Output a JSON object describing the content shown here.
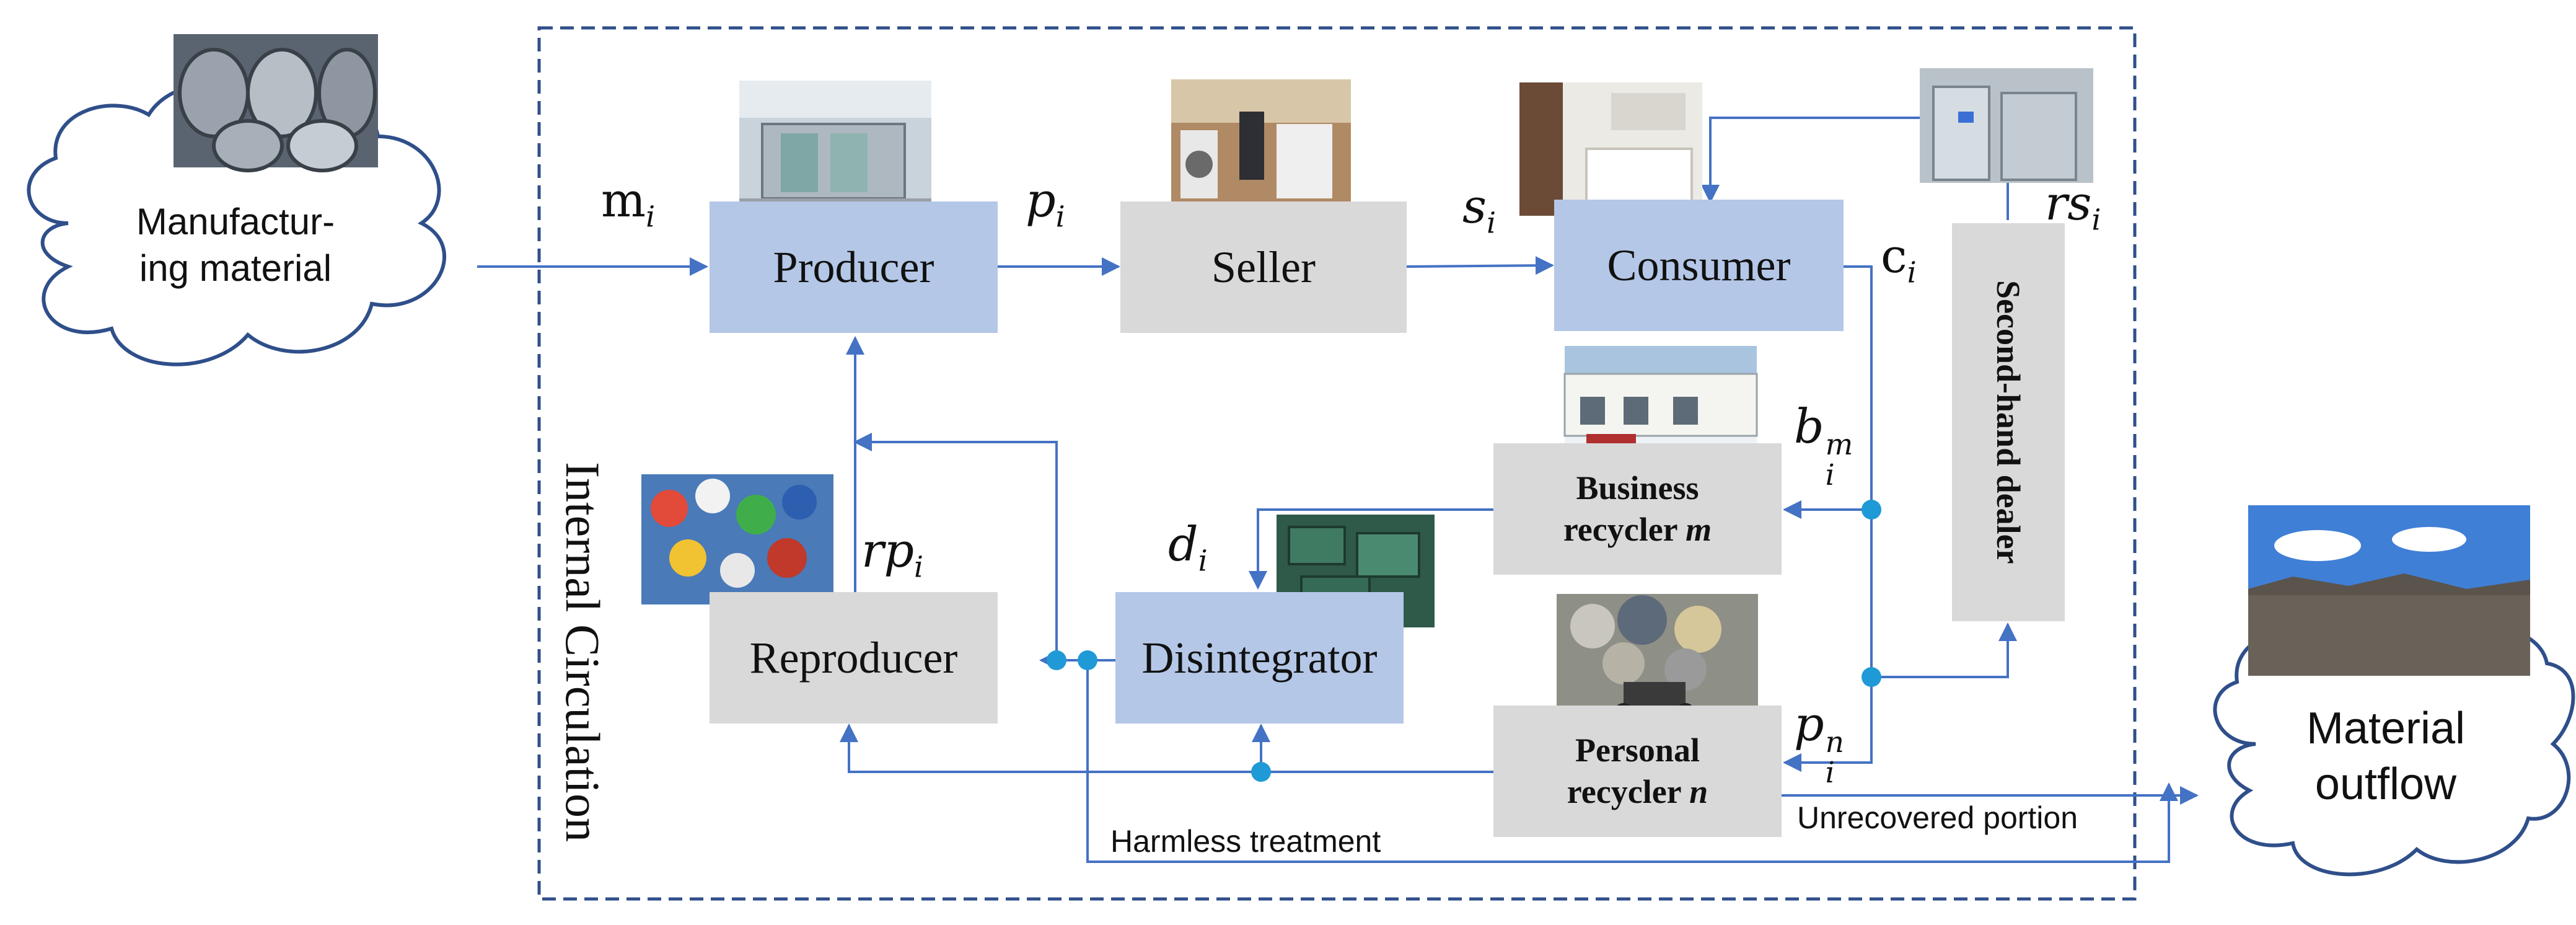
{
  "region_label": "Internal Circulation",
  "clouds": {
    "input": {
      "line1": "Manufactur-",
      "line2": "ing material"
    },
    "output": {
      "line1": "Material",
      "line2": "outflow"
    }
  },
  "nodes": {
    "producer": "Producer",
    "seller": "Seller",
    "consumer": "Consumer",
    "second_hand_dealer": "Second-hand dealer",
    "business_recycler": {
      "line1": "Business",
      "line2_text": "recycler ",
      "line2_var": "m"
    },
    "personal_recycler": {
      "line1": "Personal",
      "line2_text": "recycler ",
      "line2_var": "n"
    },
    "disintegrator": "Disintegrator",
    "reproducer": "Reproducer"
  },
  "flow_labels": {
    "m_i": {
      "base": "m",
      "sub": "i"
    },
    "p_i": {
      "base": "p",
      "sub": "i"
    },
    "s_i": {
      "base": "s",
      "sub": "i"
    },
    "c_i": {
      "base": "c",
      "sub": "i"
    },
    "rs_i": {
      "base": "rs",
      "sub": "i"
    },
    "b_i_m": {
      "base": "b",
      "sub": "i",
      "sup": "m"
    },
    "p_i_n": {
      "base": "p",
      "sub": "i",
      "sup": "n"
    },
    "d_i": {
      "base": "d",
      "sub": "i"
    },
    "rp_i": {
      "base": "rp",
      "sub": "i"
    }
  },
  "path_labels": {
    "harmless": "Harmless treatment",
    "unrecovered": "Unrecovered portion"
  },
  "photos": [
    "steel-coils-photo",
    "factory-line-photo",
    "appliance-store-photo",
    "kitchen-photo",
    "used-appliances-photo",
    "recycling-building-photo",
    "plastic-flakes-photo",
    "circuit-boards-photo",
    "tricycle-collector-photo",
    "scrap-yard-photo"
  ],
  "colors": {
    "arrow": "#4472c4",
    "junction": "#1f9ad6",
    "frame": "#2f4f8a",
    "cloud_stroke": "#2f4f8a",
    "blue_box": "#b4c7e7",
    "grey_box": "#d9d9d9"
  }
}
